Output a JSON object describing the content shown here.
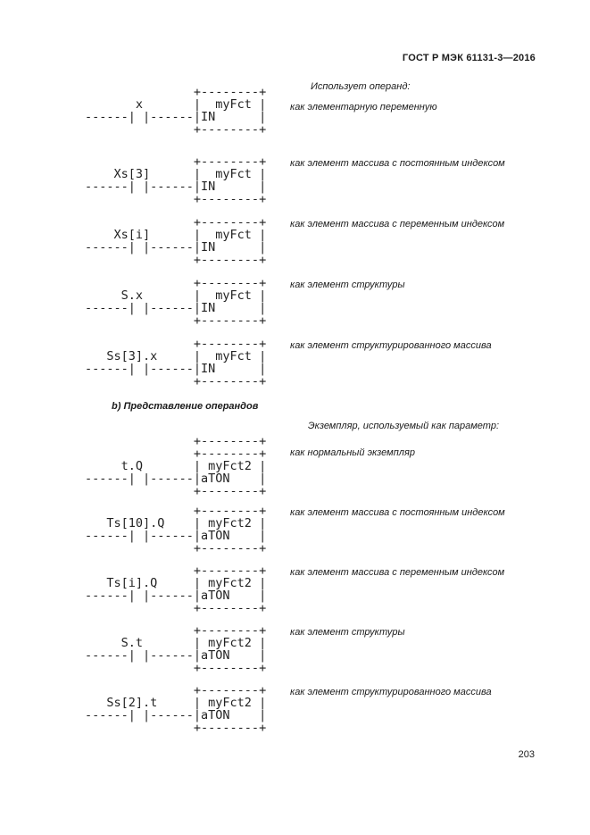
{
  "page": {
    "header": "ГОСТ Р МЭК 61131-3—2016",
    "page_number": "203"
  },
  "section_a": {
    "intro": "Использует операнд:",
    "diagrams": [
      {
        "operand": "x",
        "block_name": "myFct",
        "input_name": "IN",
        "ascii": "               +--------+\n       x       |  myFct |\n------| |------|IN      |\n               +--------+",
        "caption": "как элементарную переменную"
      },
      {
        "operand": "Xs[3]",
        "block_name": "myFct",
        "input_name": "IN",
        "ascii": "               +--------+\n    Xs[3]      |  myFct |\n------| |------|IN      |\n               +--------+",
        "caption": "как элемент массива с постоянным индексом"
      },
      {
        "operand": "Xs[i]",
        "block_name": "myFct",
        "input_name": "IN",
        "ascii": "               +--------+\n    Xs[i]      |  myFct |\n------| |------|IN      |\n               +--------+",
        "caption": "как элемент массива с переменным индексом"
      },
      {
        "operand": "S.x",
        "block_name": "myFct",
        "input_name": "IN",
        "ascii": "               +--------+\n     S.x       |  myFct |\n------| |------|IN      |\n               +--------+",
        "caption": "как элемент структуры"
      },
      {
        "operand": "Ss[3].x",
        "block_name": "myFct",
        "input_name": "IN",
        "ascii": "               +--------+\n   Ss[3].x     |  myFct |\n------| |------|IN      |\n               +--------+",
        "caption": "как элемент структурированного массива"
      }
    ]
  },
  "section_b": {
    "title": "b) Представление операндов",
    "intro": "Экземпляр, используемый как параметр:",
    "diagrams": [
      {
        "operand": "t.Q",
        "block_name": "myFct2",
        "input_name": "aTON",
        "ascii": "               +--------+\n               +--------+\n     t.Q       | myFct2 |\n------| |------|aTON    |\n               +--------+",
        "caption": "как нормальный экземпляр"
      },
      {
        "operand": "Ts[10].Q",
        "block_name": "myFct2",
        "input_name": "aTON",
        "ascii": "               +--------+\n   Ts[10].Q    | myFct2 |\n------| |------|aTON    |\n               +--------+",
        "caption": "как элемент массива с постоянным индексом"
      },
      {
        "operand": "Ts[i].Q",
        "block_name": "myFct2",
        "input_name": "aTON",
        "ascii": "               +--------+\n   Ts[i].Q     | myFct2 |\n------| |------|aTON    |\n               +--------+",
        "caption": "как элемент массива с переменным индексом"
      },
      {
        "operand": "S.t",
        "block_name": "myFct2",
        "input_name": "aTON",
        "ascii": "               +--------+\n     S.t       | myFct2 |\n------| |------|aTON    |\n               +--------+",
        "caption": "как элемент структуры"
      },
      {
        "operand": "Ss[2].t",
        "block_name": "myFct2",
        "input_name": "aTON",
        "ascii": "               +--------+\n   Ss[2].t     | myFct2 |\n------| |------|aTON    |\n               +--------+",
        "caption": "как элемент структурированного массива"
      }
    ]
  }
}
